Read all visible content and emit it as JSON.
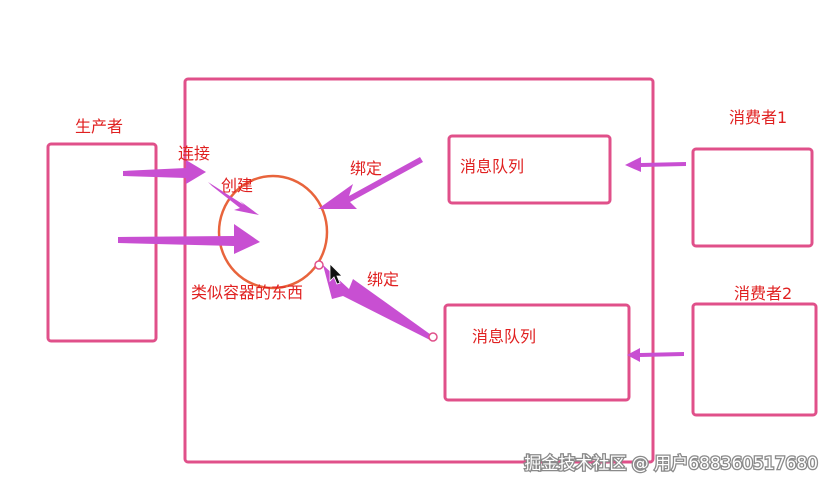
{
  "labels": {
    "producer": "生产者",
    "connect": "连接",
    "create": "创建",
    "container_like": "类似容器的东西",
    "bind_1": "绑定",
    "bind_2": "绑定",
    "queue_1": "消息队列",
    "queue_2": "消息队列",
    "consumer_1": "消费者1",
    "consumer_2": "消费者2"
  },
  "watermark": "掘金技术社区 @ 用户688360517680",
  "colors": {
    "box_border": "#e0508a",
    "circle_stroke": "#e8643c",
    "arrow_fill": "#c84fd2",
    "label_text": "#e02020",
    "cursor": "#111111"
  },
  "icons": {
    "cursor": "mouse-pointer-icon"
  }
}
